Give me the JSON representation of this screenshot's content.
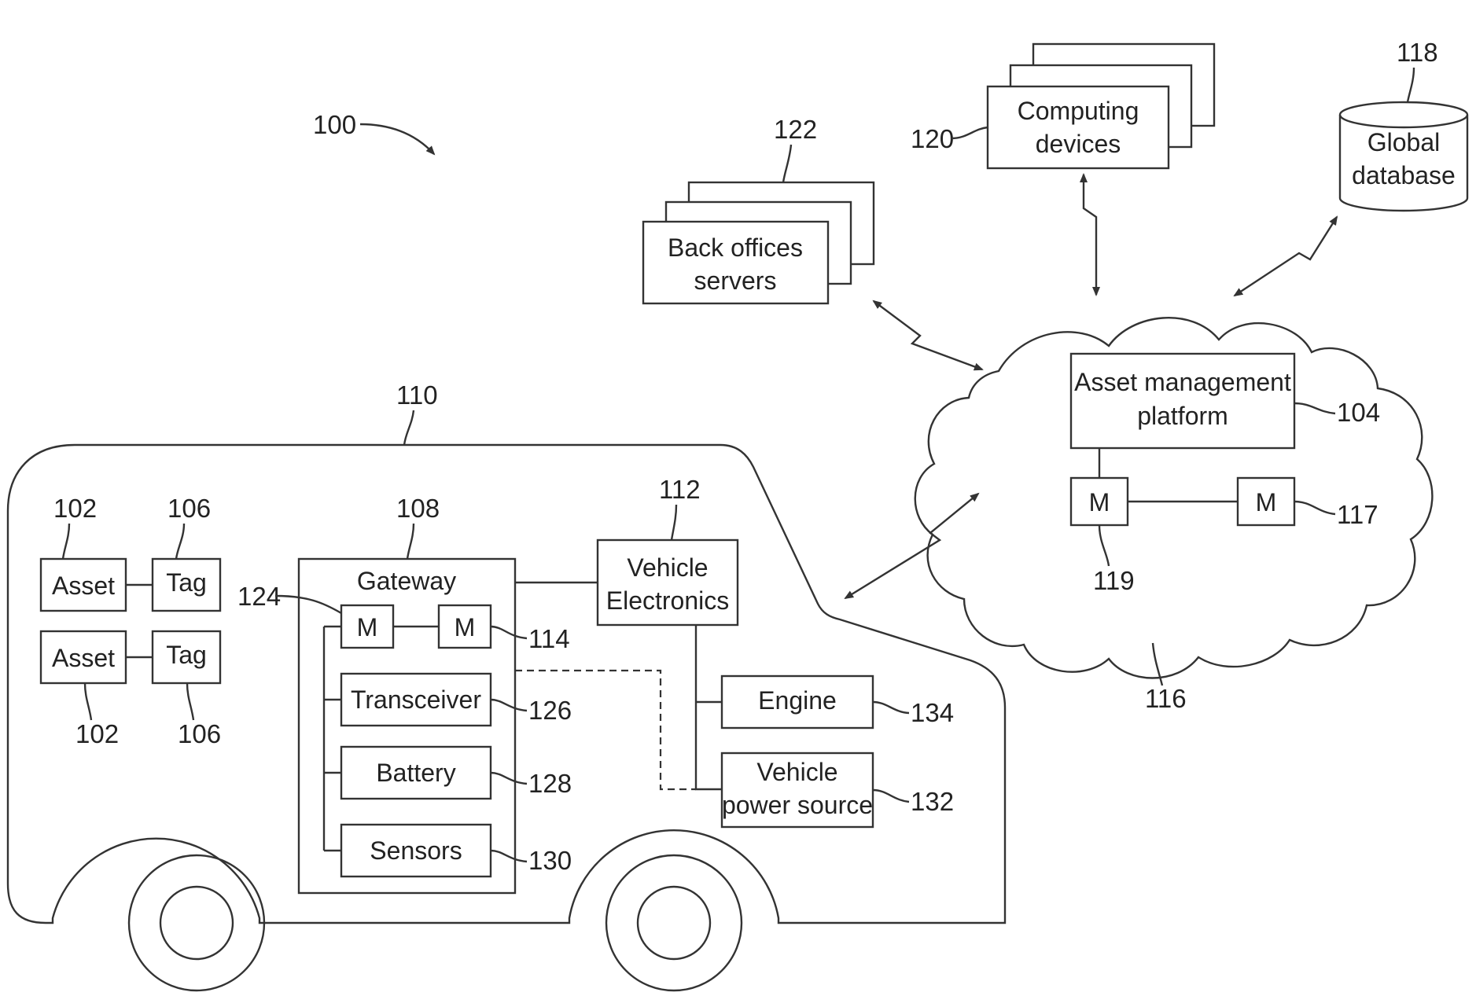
{
  "figure": {
    "ref": "100",
    "vehicle": {
      "ref": "110"
    },
    "assets": [
      {
        "label": "Asset",
        "ref": "102"
      },
      {
        "label": "Asset",
        "ref": "102"
      }
    ],
    "tags": [
      {
        "label": "Tag",
        "ref": "106"
      },
      {
        "label": "Tag",
        "ref": "106"
      }
    ],
    "gateway": {
      "label": "Gateway",
      "ref": "108",
      "module_left": {
        "label": "M",
        "ref": "124"
      },
      "module_right": {
        "label": "M",
        "ref": "114"
      },
      "transceiver": {
        "label": "Transceiver",
        "ref": "126"
      },
      "battery": {
        "label": "Battery",
        "ref": "128"
      },
      "sensors": {
        "label": "Sensors",
        "ref": "130"
      }
    },
    "vehicle_electronics": {
      "line1": "Vehicle",
      "line2": "Electronics",
      "ref": "112"
    },
    "engine": {
      "label": "Engine",
      "ref": "134"
    },
    "vehicle_power": {
      "line1": "Vehicle",
      "line2": "power source",
      "ref": "132"
    },
    "cloud": {
      "ref": "116",
      "platform": {
        "line1": "Asset management",
        "line2": "platform",
        "ref": "104"
      },
      "module_left": {
        "label": "M",
        "ref": "119"
      },
      "module_right": {
        "label": "M",
        "ref": "117"
      }
    },
    "back_offices": {
      "line1": "Back offices",
      "line2": "servers",
      "ref": "122"
    },
    "computing": {
      "line1": "Computing",
      "line2": "devices",
      "ref": "120"
    },
    "global_db": {
      "line1": "Global",
      "line2": "database",
      "ref": "118"
    }
  }
}
